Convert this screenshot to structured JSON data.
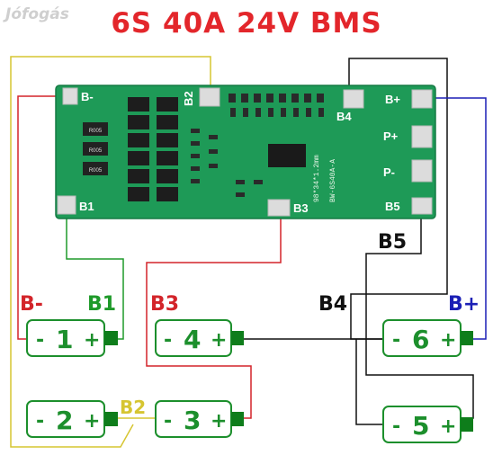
{
  "watermark": "Jófogás",
  "title": "6S 40A 24V BMS",
  "board": {
    "pads": [
      "B-",
      "B2",
      "B4",
      "B+",
      "P+",
      "P-",
      "B1",
      "B3",
      "B5"
    ],
    "silk_lines": [
      "98*34*1.2mm",
      "BW-6S40A-A"
    ],
    "resistor_label": "R005"
  },
  "wire_labels": {
    "b_minus": "B-",
    "b1": "B1",
    "b2": "B2",
    "b3": "B3",
    "b4": "B4",
    "b5": "B5",
    "b_plus": "B+"
  },
  "cells": [
    {
      "minus": "-",
      "number": "1",
      "plus": "+"
    },
    {
      "minus": "-",
      "number": "2",
      "plus": "+"
    },
    {
      "minus": "-",
      "number": "3",
      "plus": "+"
    },
    {
      "minus": "-",
      "number": "4",
      "plus": "+"
    },
    {
      "minus": "-",
      "number": "5",
      "plus": "+"
    },
    {
      "minus": "-",
      "number": "6",
      "plus": "+"
    }
  ],
  "colors": {
    "title": "#e3262b",
    "red": "#d3242a",
    "green": "#1f9a2a",
    "blue": "#1b1fb5",
    "yellow": "#d6c531",
    "black": "#111111",
    "board": "#1e9a57",
    "cell": "#1c8f2c",
    "terminal": "#0e7d1b"
  }
}
